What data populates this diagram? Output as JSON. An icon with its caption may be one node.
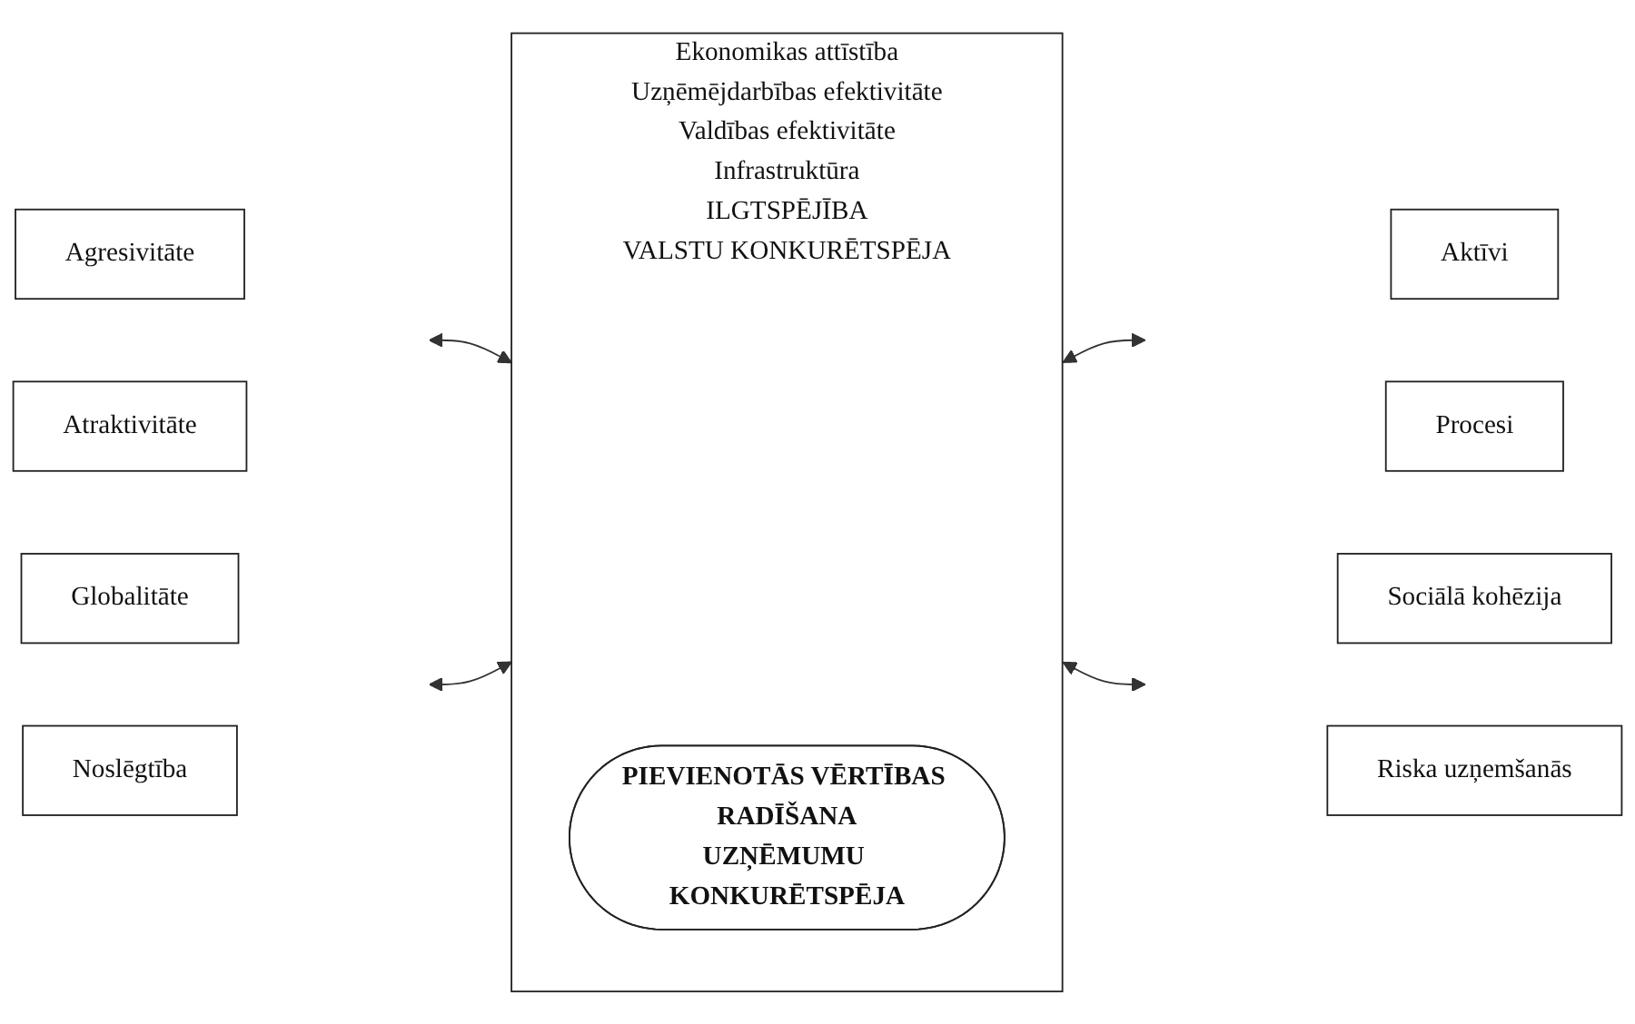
{
  "diagram": {
    "nodes": [
      {
        "text": [
          "Agresivitāte"
        ]
      },
      {
        "text": [
          "Atraktivitāte"
        ]
      },
      {
        "text": [
          "Aktīvi"
        ]
      },
      {
        "text": [
          "Procesi"
        ]
      },
      {
        "text": [
          "Ekonomikas attīstība",
          "Uzņēmējdarbības efektivitāte",
          "Valdības efektivitāte",
          "Infrastruktūra",
          "ILGTSPĒJĪBA",
          "VALSTU KONKURĒTSPĒJA"
        ]
      },
      {
        "text": [
          "PIEVIENOTĀS VĒRTĪBAS RADĪŠANA",
          "UZŅĒMUMU KONKURĒTSPĒJA"
        ],
        "in": 4
      },
      {
        "text": [
          "Globalitāte"
        ]
      },
      {
        "text": [
          "Noslēgtība"
        ]
      },
      {
        "text": [
          "Sociālā kohēzija"
        ]
      },
      {
        "text": [
          "Riska uzņemšanās"
        ]
      }
    ],
    "edges": [
      {
        "from": null,
        "to": 4,
        "arrow": "both"
      },
      {
        "from": null,
        "to": 4,
        "arrow": "both"
      },
      {
        "from": null,
        "to": 4,
        "arrow": "both"
      },
      {
        "from": null,
        "to": 4,
        "arrow": "both"
      }
    ]
  }
}
